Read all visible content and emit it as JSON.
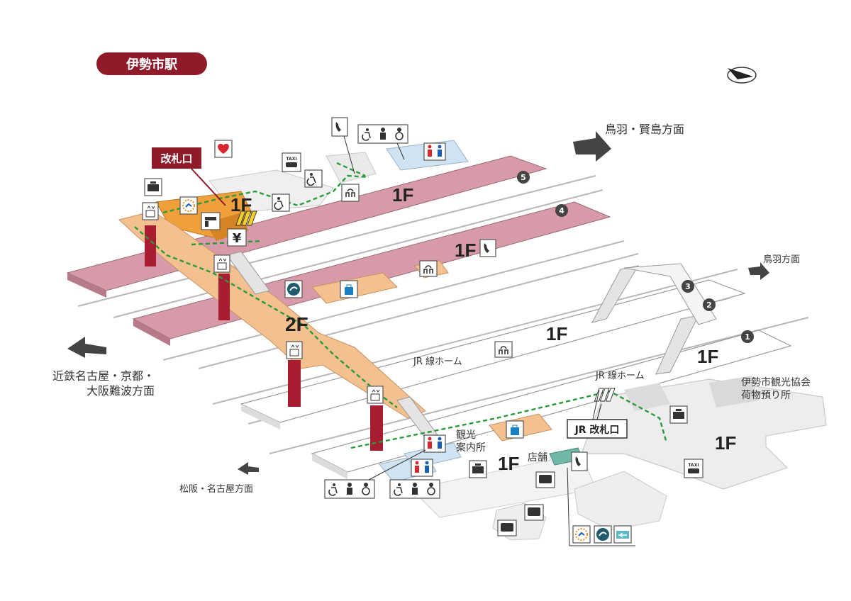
{
  "station": {
    "title": "伊勢市駅"
  },
  "colors": {
    "kintetsu_platform": "#d79aa8",
    "jr_platform": "#ffffff",
    "concourse": "#f3c08f",
    "restroom": "#cfe3f2",
    "ticket_area": "#f0a03a",
    "shop": "#6fb8a8",
    "pillar": "#a81d32",
    "title_bg": "#8f1b2a",
    "route": "#2a9a3a"
  },
  "labels": {
    "ticket_gate": "改札口",
    "jr_ticket_gate": "JR 改札口",
    "jr_platform_upper": "JR 線ホーム",
    "jr_platform_lower": "JR 線ホーム",
    "tourist_info": "観光\n案内所",
    "shop": "店舗",
    "luggage": "伊勢市観光協会\n荷物預り所"
  },
  "directions": {
    "toba_kashikojima": "鳥羽・賢島方面",
    "toba": "鳥羽方面",
    "kintetsu_nagoya": "近鉄名古屋・京都・\n大阪難波方面",
    "matsusaka_nagoya": "松阪・名古屋方面"
  },
  "floors": {
    "top_1f": "1F",
    "kintetsu_1f": "1F",
    "concourse_2f": "2F",
    "jr_1f_a": "1F",
    "jr_1f_b": "1F",
    "south_1f": "1F",
    "east_1f": "1F"
  },
  "platform_numbers": [
    "5",
    "4",
    "3",
    "2",
    "1"
  ],
  "icons": {
    "yen": "¥",
    "taxi_top": "TAXI",
    "taxi_east": "TAXI"
  }
}
